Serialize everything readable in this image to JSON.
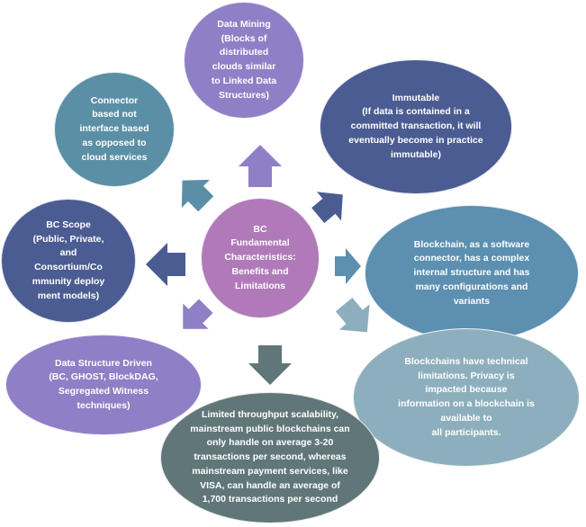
{
  "center": {
    "text": "BC\nFundamental\nCharacteristics:\nBenefits and\nLimitations",
    "color": "#b07ab9"
  },
  "nodes": [
    {
      "id": "data-mining",
      "text": "Data Mining\n(Blocks of\ndistributed\nclouds similar\nto Linked Data\nStructures)",
      "color": "#8f7fc6"
    },
    {
      "id": "immutable",
      "text": "Immutable\n(If data is contained in a\ncommitted transaction, it will\neventually become in practice\nimmutable)",
      "color": "#4b5c92"
    },
    {
      "id": "software-connector",
      "text": "Blockchain, as a software\nconnector, has a complex\ninternal structure and has\nmany configurations and\nvariants",
      "color": "#5c8fb0"
    },
    {
      "id": "technical-limitations",
      "text": "Blockchains have technical\nlimitations. Privacy is\nimpacted because\ninformation on a blockchain is\navailable to\nall participants.",
      "color": "#8dafbd"
    },
    {
      "id": "throughput",
      "text": "Limited throughput scalability,\nmainstream public blockchains can\nonly handle on average 3-20\ntransactions per second, whereas\nmainstream payment services, like\nVISA, can handle an average of\n1,700 transactions per second",
      "color": "#617678"
    },
    {
      "id": "data-structure",
      "text": "Data Structure Driven\n(BC, GHOST, BlockDAG,\nSegregated Witness\ntechniques)",
      "color": "#8f7fc6"
    },
    {
      "id": "bc-scope",
      "text": "BC Scope\n(Public, Private,\nand\nConsortium/Co\nmmunity deploy\nment models)",
      "color": "#4b5c92"
    },
    {
      "id": "connector",
      "text": "Connector\nbased not\ninterface based\nas opposed to\ncloud services",
      "color": "#5a8fa6"
    }
  ],
  "arrow_colors": [
    "#8f7fc6",
    "#4b5c92",
    "#5c8fb0",
    "#8dafbd",
    "#617678",
    "#8f7fc6",
    "#4b5c92",
    "#5a8fa6"
  ]
}
